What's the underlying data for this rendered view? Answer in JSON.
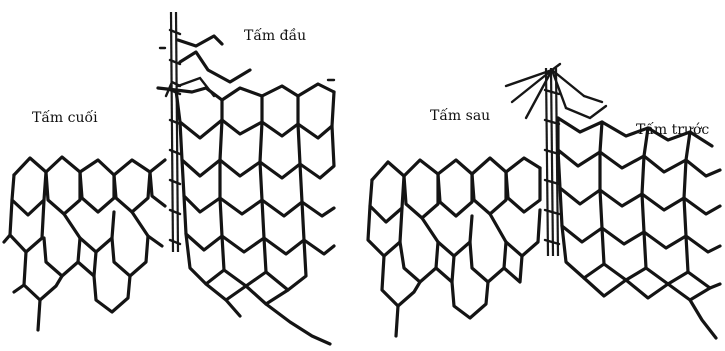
{
  "figure": {
    "left_panel": {
      "label_end_panel": "Tấm cuối",
      "label_start_panel": "Tấm đầu"
    },
    "right_panel": {
      "label_back_panel": "Tấm sau",
      "label_front_panel": "Tấm trước"
    }
  }
}
